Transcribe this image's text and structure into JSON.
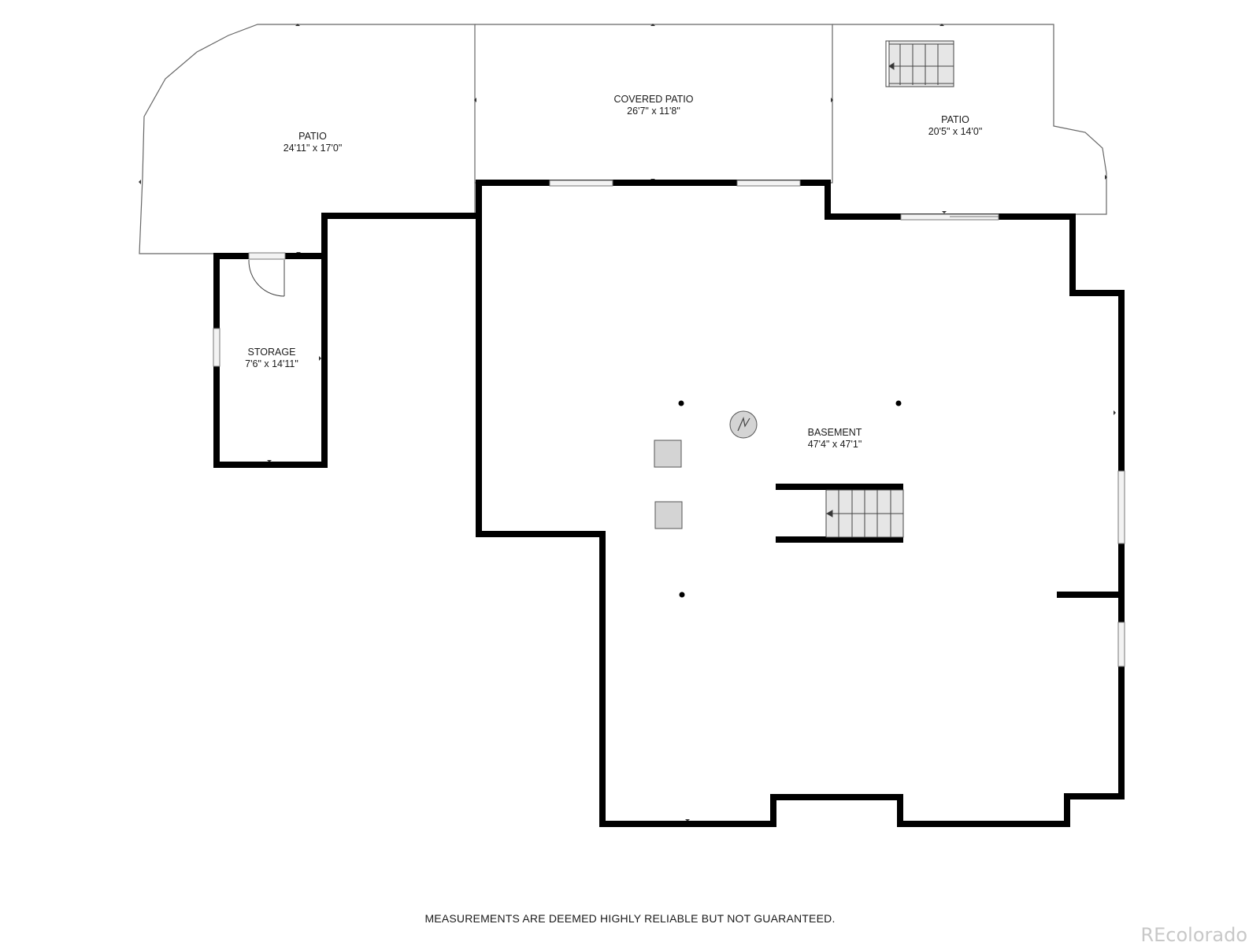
{
  "rooms": {
    "patio_left": {
      "name": "PATIO",
      "dims": "24'11\" x 17'0\""
    },
    "covered_patio": {
      "name": "COVERED PATIO",
      "dims": "26'7\" x 11'8\""
    },
    "patio_right": {
      "name": "PATIO",
      "dims": "20'5\" x 14'0\""
    },
    "storage": {
      "name": "STORAGE",
      "dims": "7'6\" x 14'11\""
    },
    "basement": {
      "name": "BASEMENT",
      "dims": "47'4\" x 47'1\""
    }
  },
  "footer": {
    "disclaimer": "MEASUREMENTS ARE DEEMED HIGHLY RELIABLE BUT NOT GUARANTEED."
  },
  "watermark": {
    "text": "REcolorado"
  },
  "colors": {
    "wall": "#000000",
    "thin_line": "#555555",
    "fixture_fill": "#d4d4d4",
    "watermark": "#c8c8c8"
  }
}
